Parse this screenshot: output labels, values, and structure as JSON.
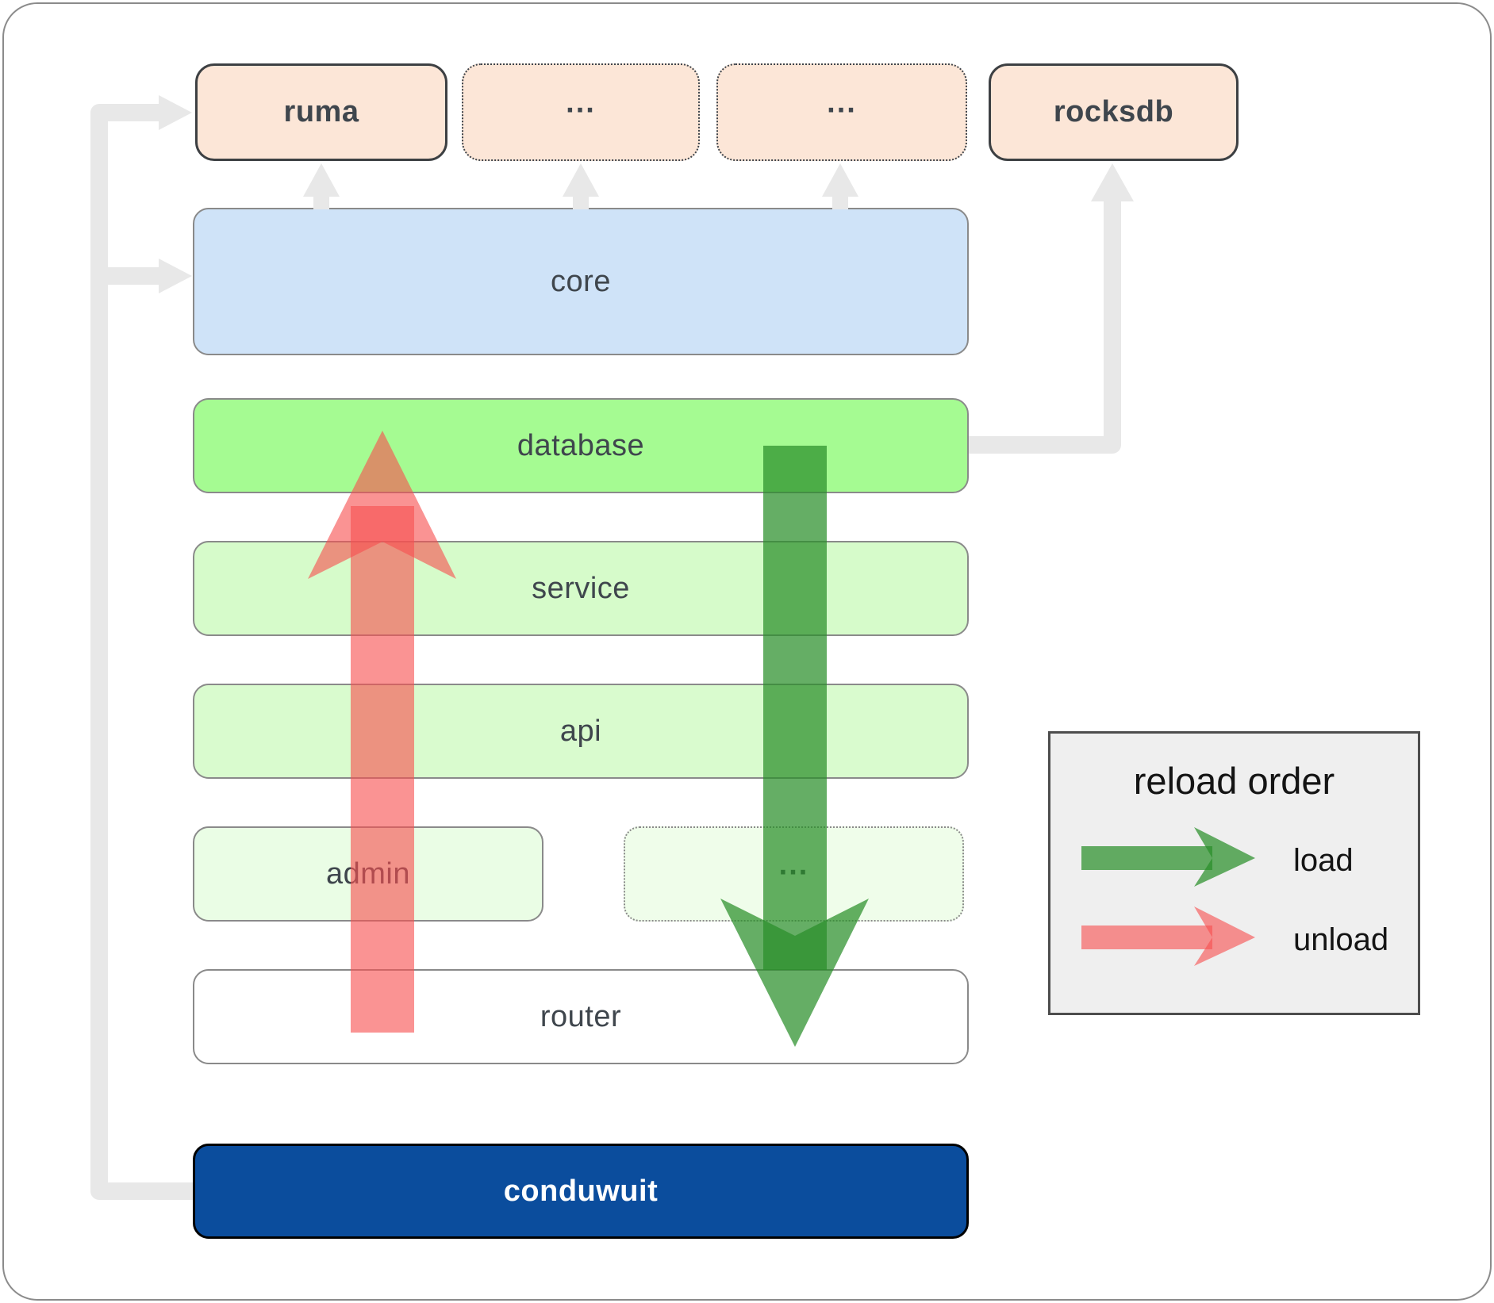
{
  "boxes": {
    "ruma": {
      "label": "ruma"
    },
    "module_a": {
      "label": "..."
    },
    "module_b": {
      "label": "..."
    },
    "rocksdb": {
      "label": "rocksdb"
    },
    "core": {
      "label": "core"
    },
    "database": {
      "label": "database"
    },
    "service": {
      "label": "service"
    },
    "api": {
      "label": "api"
    },
    "admin": {
      "label": "admin"
    },
    "admin_sibling": {
      "label": "..."
    },
    "router": {
      "label": "router"
    },
    "conduwuit": {
      "label": "conduwuit"
    }
  },
  "legend": {
    "title": "reload order",
    "load_label": "load",
    "unload_label": "unload"
  },
  "colors": {
    "load_arrow": "#2a8f2a",
    "unload_arrow": "#f75050",
    "connector": "#e8e8e8",
    "box_peach": "#fce6d7",
    "box_core": "#cfe3f8",
    "box_database": "#a5fb92",
    "box_service": "#d6fbca",
    "box_api": "#d9fbce",
    "box_admin": "#eafde5",
    "box_admin_sibling": "#effdea",
    "box_router": "#ffffff",
    "box_conduwuit": "#0b4d9d",
    "legend_bg": "#efefef"
  }
}
